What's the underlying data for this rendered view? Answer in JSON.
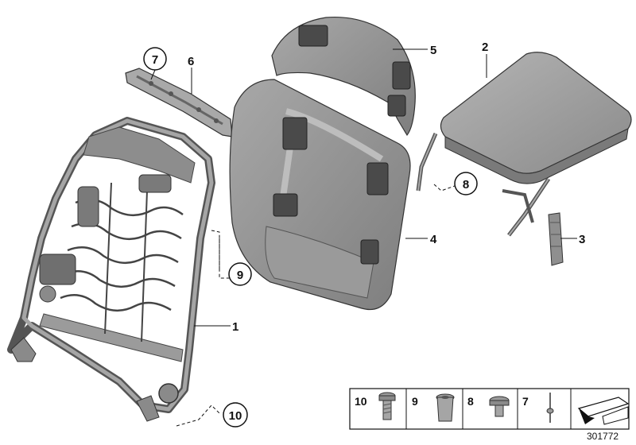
{
  "callouts": {
    "c1": "1",
    "c2": "2",
    "c3": "3",
    "c4": "4",
    "c5": "5",
    "c6": "6",
    "c7": "7",
    "c8": "8",
    "c9": "9",
    "c10": "10"
  },
  "legend": {
    "items": [
      "10",
      "9",
      "8",
      "7"
    ]
  },
  "diagram_id": "301772",
  "colors": {
    "part_fill": "#9a9a9a",
    "part_dark": "#5c5c5c",
    "part_light": "#c4c4c4",
    "line": "#111111"
  }
}
